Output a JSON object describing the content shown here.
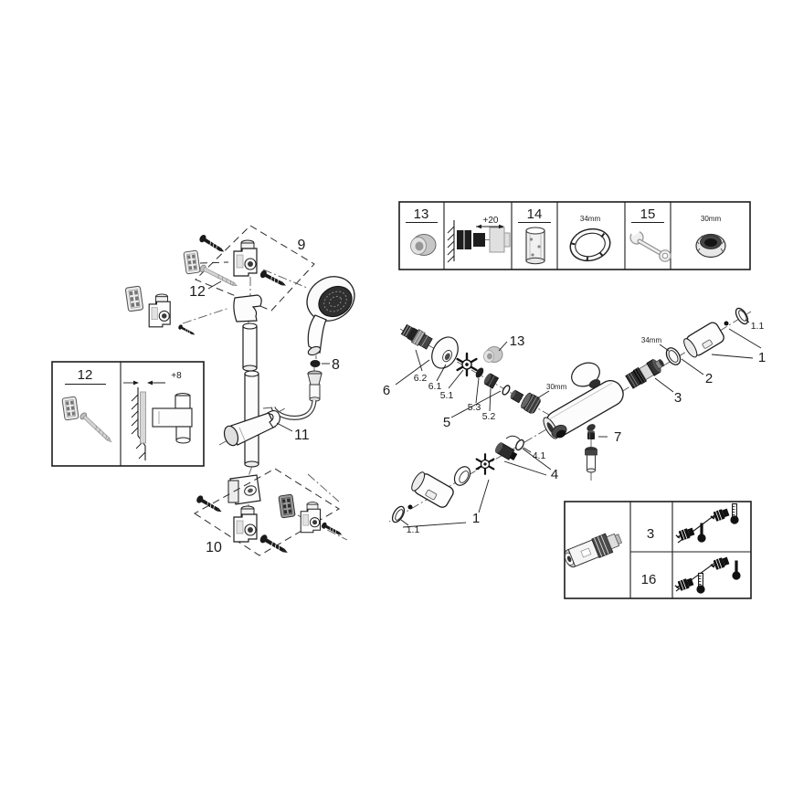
{
  "palette": {
    "ink": "#1c1c1c",
    "part_gray": "#c9c9c9",
    "plug_dark": "#8f8f8f"
  },
  "top_table": {
    "item13": "13",
    "dim20": "+20",
    "item14": "14",
    "dim34": "34mm",
    "item15": "15",
    "dim30": "30mm"
  },
  "mount_box": {
    "item12": "12",
    "dim8": "+8"
  },
  "variants": {
    "row_a": "3",
    "row_b": "16"
  },
  "rail": {
    "group9": "9",
    "screw12": "12",
    "washer8": "8",
    "slider11": "11",
    "group10": "10"
  },
  "thermo": {
    "cap13": "13",
    "union62": "6.2",
    "esc61": "6.1",
    "group6": "6",
    "seal51": "5.1",
    "seal53": "5.3",
    "bush52": "5.2",
    "group5": "5",
    "nut30": "30mm",
    "ring34": "34mm",
    "ring2": "2",
    "cart3": "3",
    "handle1_top": "1",
    "cap11_top": "1.1",
    "screw7": "7",
    "oring41": "4.1",
    "group4": "4",
    "handle1_bottom": "1",
    "cap11_bottom": "1.1"
  }
}
